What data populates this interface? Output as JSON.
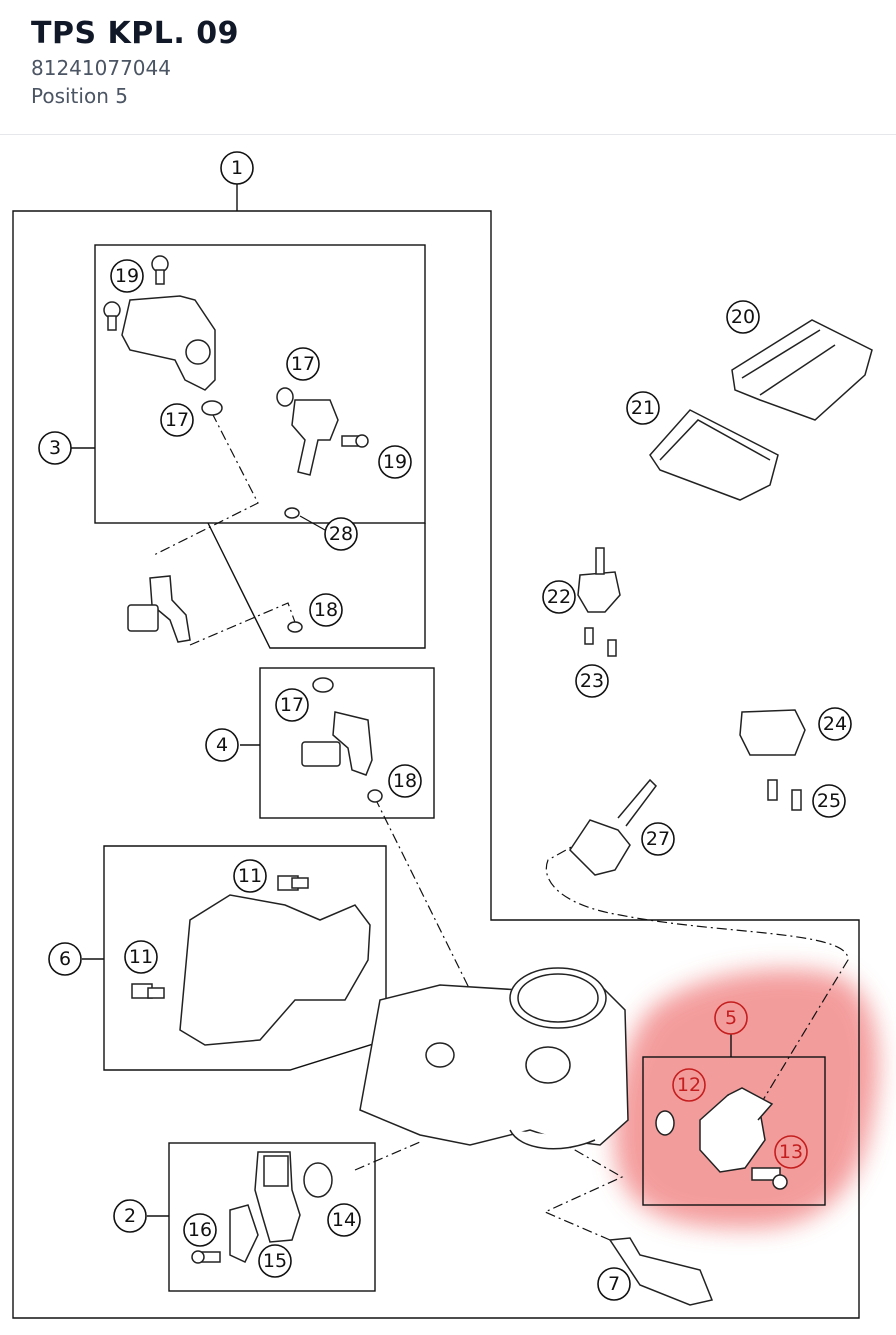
{
  "header": {
    "title": "TPS KPL. 09",
    "part_number": "81241077044",
    "position": "Position 5"
  },
  "colors": {
    "highlight": "#f28b8b",
    "callout_highlight": "#c41e1e",
    "line": "#111111"
  },
  "callouts": [
    {
      "id": "c1",
      "label": "1"
    },
    {
      "id": "c2",
      "label": "2"
    },
    {
      "id": "c3",
      "label": "3"
    },
    {
      "id": "c4",
      "label": "4"
    },
    {
      "id": "c5",
      "label": "5"
    },
    {
      "id": "c6",
      "label": "6"
    },
    {
      "id": "c7",
      "label": "7"
    },
    {
      "id": "c11a",
      "label": "11"
    },
    {
      "id": "c11b",
      "label": "11"
    },
    {
      "id": "c12",
      "label": "12"
    },
    {
      "id": "c13",
      "label": "13"
    },
    {
      "id": "c14",
      "label": "14"
    },
    {
      "id": "c15",
      "label": "15"
    },
    {
      "id": "c16",
      "label": "16"
    },
    {
      "id": "c17a",
      "label": "17"
    },
    {
      "id": "c17b",
      "label": "17"
    },
    {
      "id": "c17c",
      "label": "17"
    },
    {
      "id": "c18a",
      "label": "18"
    },
    {
      "id": "c18b",
      "label": "18"
    },
    {
      "id": "c19a",
      "label": "19"
    },
    {
      "id": "c19b",
      "label": "19"
    },
    {
      "id": "c20",
      "label": "20"
    },
    {
      "id": "c21",
      "label": "21"
    },
    {
      "id": "c22",
      "label": "22"
    },
    {
      "id": "c23",
      "label": "23"
    },
    {
      "id": "c24",
      "label": "24"
    },
    {
      "id": "c25",
      "label": "25"
    },
    {
      "id": "c27",
      "label": "27"
    },
    {
      "id": "c28",
      "label": "28"
    }
  ]
}
